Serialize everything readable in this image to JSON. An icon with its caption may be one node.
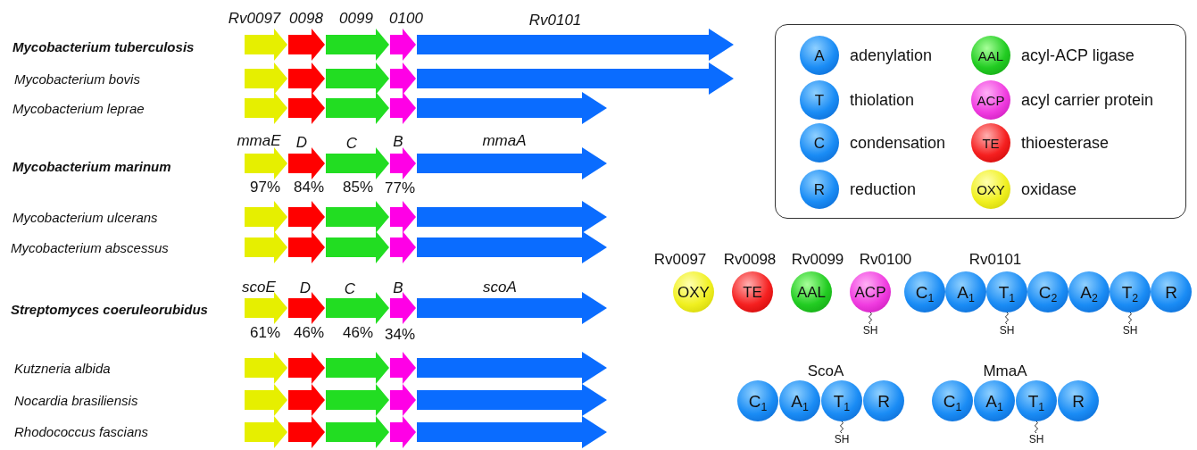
{
  "diagram": {
    "nodes": [
      {
        "text": [],
        "shape": "box"
      },
      {
        "text": [
          "A"
        ],
        "beside": [
          "adenylation"
        ],
        "in": 0
      },
      {
        "text": [
          "AAL"
        ],
        "beside": [
          "acyl-ACP ligase"
        ],
        "in": 0
      },
      {
        "text": [
          "T"
        ],
        "beside": [
          "thiolation"
        ],
        "in": 0
      },
      {
        "text": [
          "ACP"
        ],
        "beside": [
          "acyl carrier protein"
        ],
        "in": 0
      },
      {
        "text": [
          "C"
        ],
        "beside": [
          "condensation"
        ],
        "in": 0
      },
      {
        "text": [
          "TE"
        ],
        "beside": [
          "thioesterase"
        ],
        "in": 0
      },
      {
        "text": [
          "R"
        ],
        "beside": [
          "reduction"
        ],
        "in": 0
      },
      {
        "text": [
          "OXY"
        ],
        "beside": [
          "oxidase"
        ],
        "in": 0
      },
      {
        "text": [
          "OXY"
        ]
      },
      {
        "text": [
          "TE"
        ]
      },
      {
        "text": [
          "AAL"
        ]
      },
      {
        "text": [
          "ACP"
        ],
        "beside": [
          "SH"
        ]
      },
      {
        "text": [
          "C$_{1}$"
        ]
      },
      {
        "text": [
          "A$_{1}$"
        ]
      },
      {
        "text": [
          "T$_{1}$"
        ],
        "beside": [
          "SH"
        ]
      },
      {
        "text": [
          "C$_{2}$"
        ]
      },
      {
        "text": [
          "A$_{2}$"
        ]
      },
      {
        "text": [
          "T$_{2}$"
        ],
        "beside": [
          "SH"
        ]
      },
      {
        "text": [
          "R"
        ]
      },
      {
        "text": [
          "C$_{1}$"
        ]
      },
      {
        "text": [
          "A$_{1}$"
        ]
      },
      {
        "text": [
          "T$_{1}$"
        ],
        "beside": [
          "SH"
        ]
      },
      {
        "text": [
          "R"
        ]
      },
      {
        "text": [
          "C$_{1}$"
        ]
      },
      {
        "text": [
          "A$_{1}$"
        ]
      },
      {
        "text": [
          "T$_{1}$"
        ],
        "beside": [
          "SH"
        ]
      },
      {
        "text": [
          "R"
        ]
      }
    ],
    "labels": [
      "Rv0097",
      "0098",
      "0099",
      "0100",
      "Rv0101",
      "Mycobacterium tuberculosis",
      "Mycobacterium bovis",
      "Mycobacterium leprae",
      "mmaE",
      "D",
      "C",
      "B",
      "mmaA",
      "Mycobacterium marinum",
      "97%",
      "84%",
      "85%",
      "77%",
      "Mycobacterium ulcerans",
      "Mycobacterium abscessus",
      "scoE",
      "D",
      "C",
      "B",
      "scoA",
      "Streptomyces coeruleorubidus",
      "61%",
      "46%",
      "46%",
      "34%",
      "Kutzneria albida",
      "Nocardia brasiliensis",
      "Rhodococcus fascians",
      "Rv0097",
      "Rv0098",
      "Rv0099",
      "Rv0100",
      "Rv0101",
      "ScoA",
      "MmaA"
    ]
  }
}
